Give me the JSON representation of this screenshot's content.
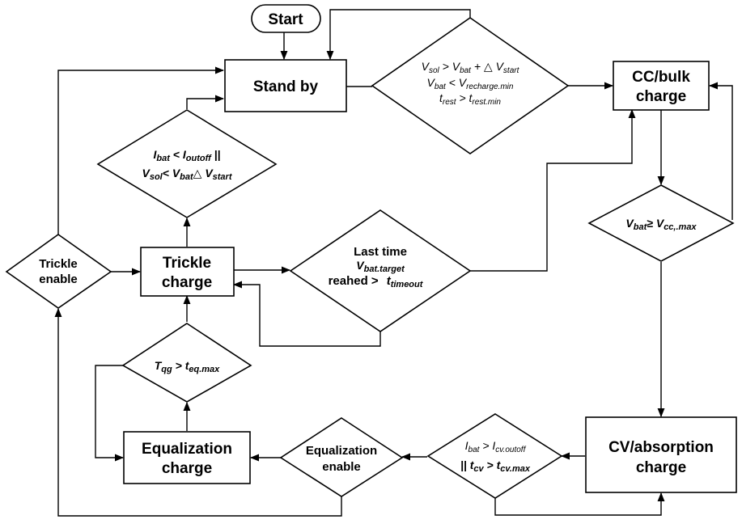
{
  "nodes": {
    "start": "Start",
    "standby": "Stand by",
    "cc_line1": "CC/bulk",
    "cc_line2": "charge",
    "trickle_line1": "Trickle",
    "trickle_line2": "charge",
    "equalization_line1": "Equalization",
    "equalization_line2": "charge",
    "cv_line1": "CV/absorption",
    "cv_line2": "charge"
  },
  "decisions": {
    "trickle_enable_line1": "Trickle",
    "trickle_enable_line2": "enable",
    "equalization_enable_line1": "Equalization",
    "equalization_enable_line2": "enable",
    "standby_to_cc": {
      "l1_a": "V",
      "l1_a_sub": "sol",
      "l1_b": " > V",
      "l1_b_sub": "bat",
      "l1_c": " + △ V",
      "l1_c_sub": "start",
      "l2_a": "V",
      "l2_a_sub": "bat",
      "l2_b": " < V",
      "l2_b_sub": "recharge.min",
      "l3_a": "t",
      "l3_a_sub": "rest",
      "l3_b": " > t",
      "l3_b_sub": "rest.min"
    },
    "trickle_to_standby": {
      "l1_a": "I",
      "l1_a_sub": "bat",
      "l1_b": " < I",
      "l1_b_sub": "outoff",
      "l1_c": " ||",
      "l2_a": "V",
      "l2_a_sub": "sol",
      "l2_b": "< V",
      "l2_b_sub": "bat",
      "l2_c": "△ V",
      "l2_c_sub": "start"
    },
    "cc_to_cv": {
      "l1_a": "V",
      "l1_a_sub": "bat",
      "l1_b": "≥ V",
      "l1_b_sub": "cc,.max"
    },
    "last_time": {
      "l1": "Last time",
      "l2_a": "V",
      "l2_a_sub": "bat.target",
      "l3_a": "reahed >",
      "l3_b": "t",
      "l3_b_sub": "timeout"
    },
    "equalization_to_trickle": {
      "l1_a": "T",
      "l1_a_sub": "qg",
      "l1_b": " > t",
      "l1_b_sub": "eq.max"
    },
    "cv_exit": {
      "l1_a": "I",
      "l1_a_sub": "bat",
      "l1_b": " > I",
      "l1_b_sub": "cv.outoff",
      "l2_a": "|| t",
      "l2_a_sub": "cv",
      "l2_b": " > t",
      "l2_b_sub": "cv.max"
    }
  }
}
